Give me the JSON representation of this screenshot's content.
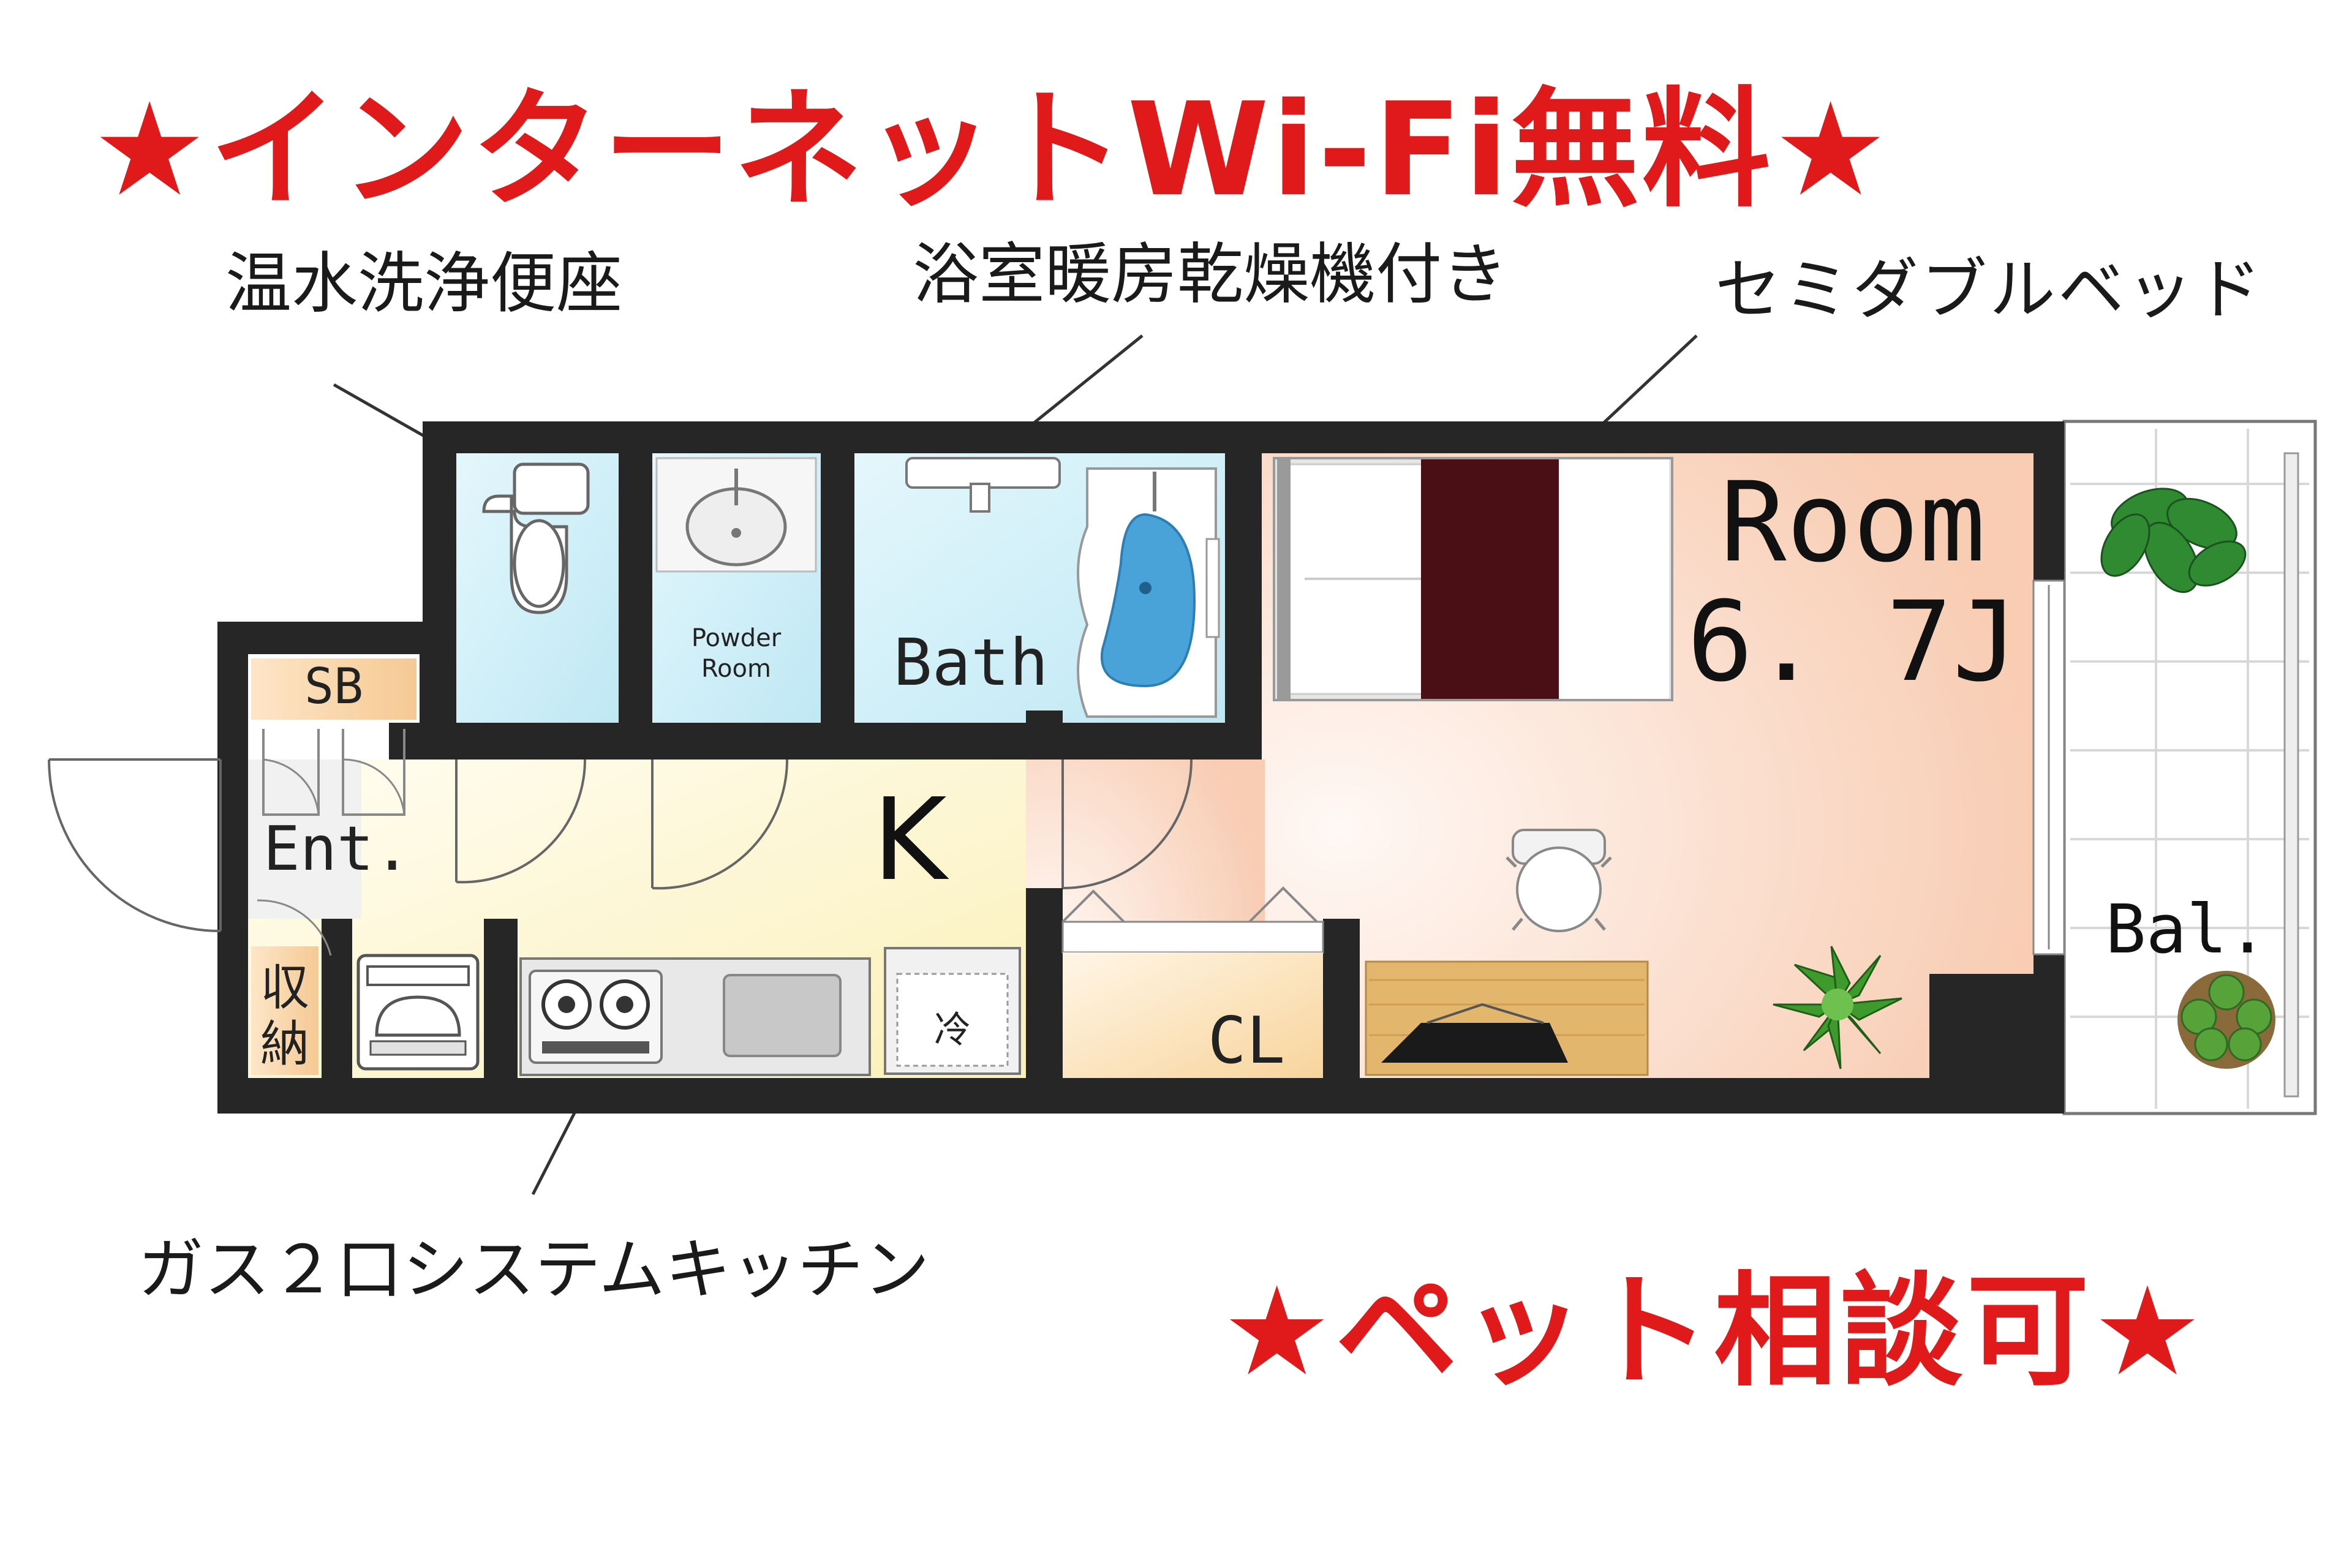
{
  "banners": {
    "top": "★インターネットWi-Fi無料★",
    "bottom": "★ペット相談可★"
  },
  "callouts": {
    "washlet": "温水洗浄便座",
    "bath_dryer": "浴室暖房乾燥機付き",
    "bed": "セミダブルベッド",
    "kitchen": "ガス２口システムキッチン"
  },
  "rooms": {
    "sb": "SB",
    "entrance": "Ent.",
    "storage_1": "収",
    "storage_2": "納",
    "powder_1": "Powder",
    "powder_2": "Room",
    "bath": "Bath",
    "kitchen": "K",
    "fridge": "冷",
    "closet": "CL",
    "room_1": "Room",
    "room_2": "6. 7J",
    "balcony": "Bal."
  },
  "colors": {
    "accent_red": "#e01a1a",
    "wall": "#262626",
    "wet_area": "#cdeef7",
    "kitchen_floor": "#fcf4c8",
    "room_floor": "#fbd9c6",
    "closet": "#fbe3bb"
  }
}
